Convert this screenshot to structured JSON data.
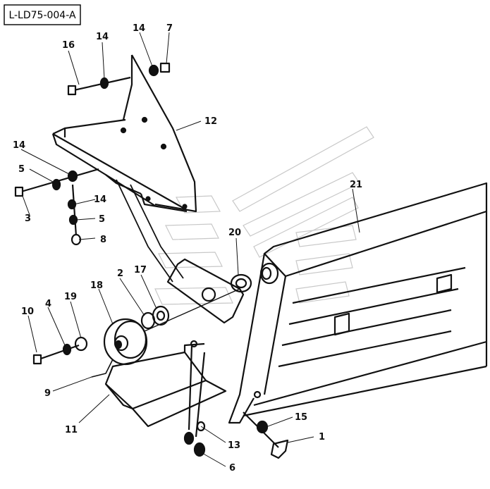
{
  "drawing_id": "L-LD75-004-A",
  "callouts": {
    "c1": "1",
    "c2": "2",
    "c3": "3",
    "c4": "4",
    "c5a": "5",
    "c5b": "5",
    "c6": "6",
    "c7": "7",
    "c8": "8",
    "c9": "9",
    "c10": "10",
    "c11": "11",
    "c12": "12",
    "c13": "13",
    "c14a": "14",
    "c14b": "14",
    "c14c": "14",
    "c14d": "14",
    "c15": "15",
    "c16": "16",
    "c17": "17",
    "c18": "18",
    "c19": "19",
    "c20": "20",
    "c21": "21"
  },
  "colors": {
    "line": "#111111",
    "watermark": "#c8c8c8",
    "background": "#ffffff"
  }
}
